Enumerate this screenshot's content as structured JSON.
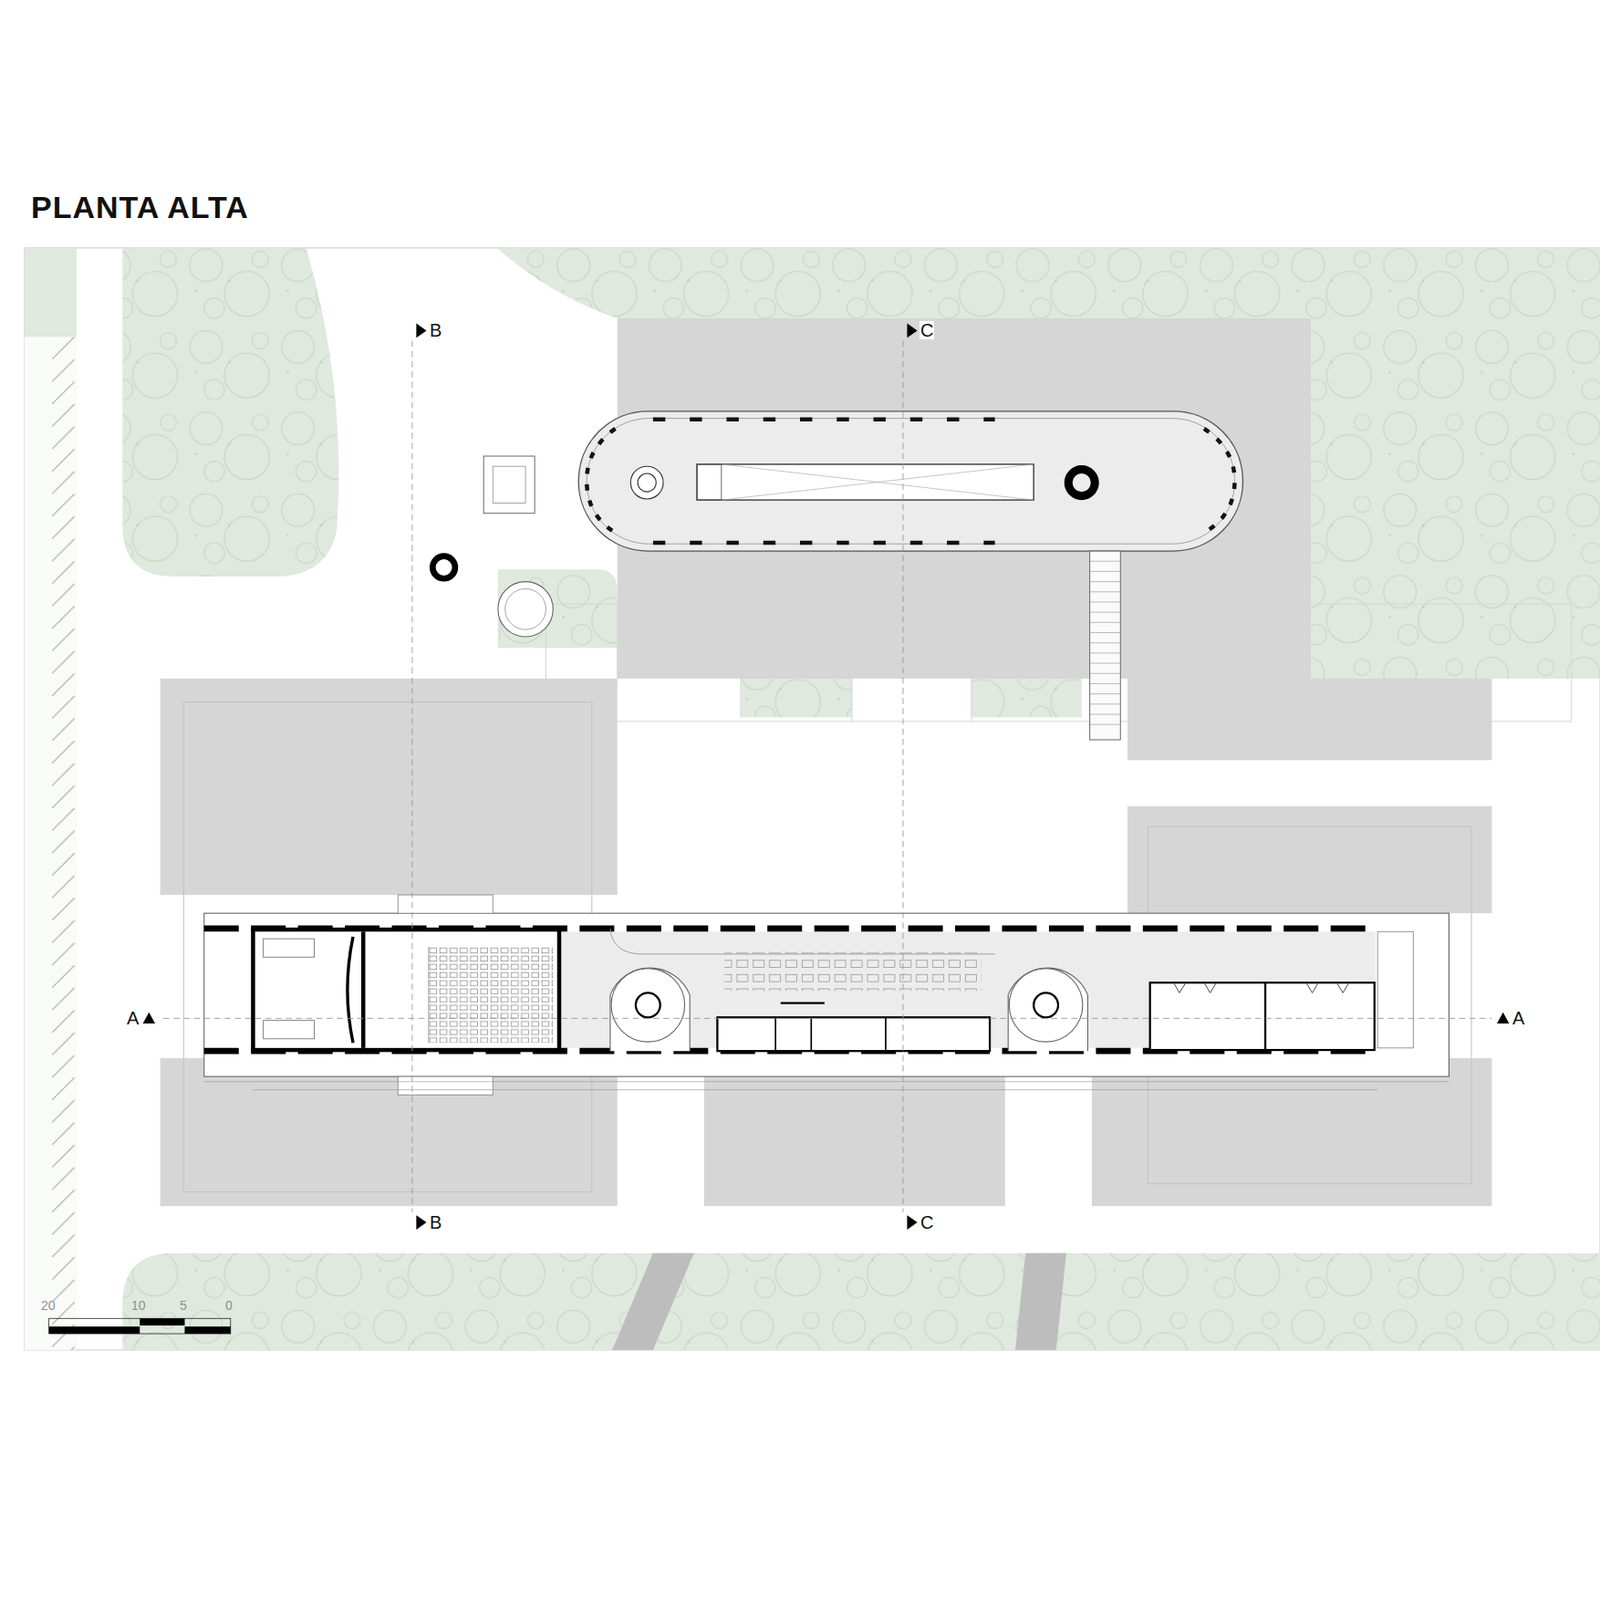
{
  "diagram": {
    "title": "PLANTA ALTA",
    "labels": [
      "B",
      "C",
      "A",
      "A",
      "B",
      "C",
      "20",
      "10",
      "5",
      "0"
    ]
  }
}
